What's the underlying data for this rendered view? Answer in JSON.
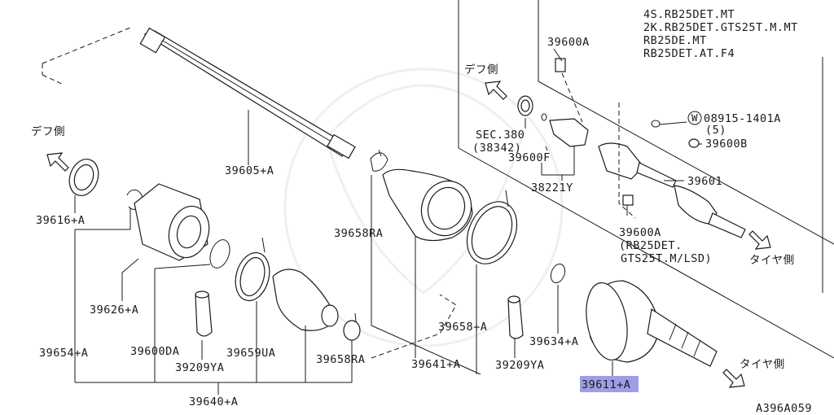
{
  "diagram": {
    "model_notes": [
      "4S.RB25DET.MT",
      "2K.RB25DET.GTS25T.M.MT",
      "RB25DE.MT",
      "RB25DET.AT.F4"
    ],
    "direction_labels": {
      "diff_left": "デフ側",
      "diff_right": "デフ側",
      "tire_upper": "タイヤ側",
      "tire_lower": "タイヤ側"
    },
    "parts": {
      "p39605A": "39605+A",
      "p39616A": "39616+A",
      "p39626A": "39626+A",
      "p39654A": "39654+A",
      "p39600DA": "39600DA",
      "p39209YA_left": "39209YA",
      "p39659UA": "39659UA",
      "p39658RA_lower": "39658RA",
      "p39658RA_upper": "39658RA",
      "p39640A": "39640+A",
      "p39641A": "39641+A",
      "p39658A": "39658+A",
      "p39209YA_mid": "39209YA",
      "p39634A": "39634+A",
      "p39611A": "39611+A",
      "p39600A_top": "39600A",
      "sec380": "SEC.380",
      "sec380_ref": "(38342)",
      "p39600F": "39600F",
      "p38221Y": "38221Y",
      "washer_prefix": "W",
      "p08915": "08915-1401A",
      "p08915_qty": "(5)",
      "p39600B": "39600B",
      "p39601": "39601",
      "p39600A_bottom": "39600A",
      "note_line1": "(RB25DET.",
      "note_line2": "GTS25T.M/LSD)"
    },
    "figure_code": "A396A059"
  }
}
